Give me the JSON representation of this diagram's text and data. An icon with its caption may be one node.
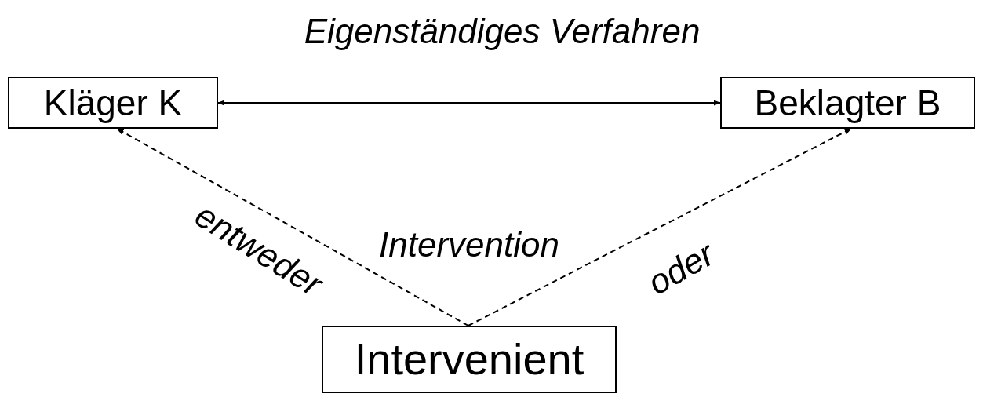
{
  "diagram": {
    "nodes": [
      {
        "text": [
          "Kläger K"
        ]
      },
      {
        "text": [
          "Beklagter B"
        ]
      },
      {
        "text": [
          "Intervenient"
        ]
      }
    ],
    "edges": [
      {
        "from": 0,
        "to": 1,
        "arrow": "both",
        "label": "Eigenständiges Verfahren"
      },
      {
        "from": 2,
        "to": 0,
        "arrow": "to",
        "style": "dashed",
        "label": "entweder"
      },
      {
        "from": 2,
        "to": 1,
        "arrow": "to",
        "style": "dashed",
        "label": "oder"
      }
    ],
    "labels": [
      "Intervention"
    ]
  }
}
